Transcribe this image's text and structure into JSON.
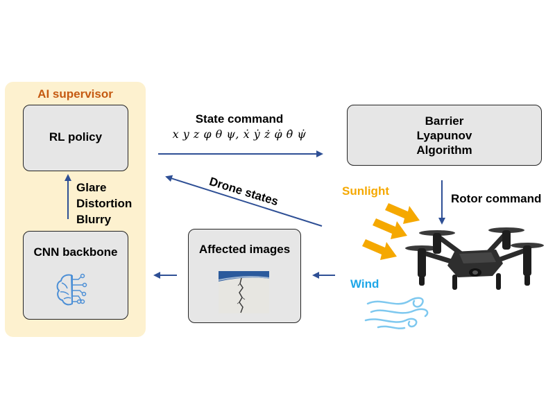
{
  "supervisor": {
    "title": "AI supervisor"
  },
  "rl_policy": {
    "label": "RL policy"
  },
  "cnn_backbone": {
    "label": "CNN backbone"
  },
  "affected_images": {
    "label": "Affected images"
  },
  "barrier": {
    "lines": [
      "Barrier",
      "Lyapunov",
      "Algorithm"
    ]
  },
  "artifacts": [
    "Glare",
    "Distortion",
    "Blurry"
  ],
  "state_command": {
    "label": "State command",
    "vars": "x y z φ θ ψ, ẋ ẏ ż φ̇ θ̇ ψ̇"
  },
  "drone_states": {
    "label": "Drone states"
  },
  "rotor_command": {
    "label": "Rotor command"
  },
  "disturbances": {
    "sunlight": "Sunlight",
    "wind": "Wind"
  },
  "colors": {
    "arrow": "#2e4f95",
    "supervisor_bg": "#fdf1cf",
    "supervisor_title": "#c55a11",
    "box_fill": "#e6e6e6",
    "sunlight": "#f5a800",
    "wind": "#1ea7e8"
  },
  "icons": {
    "brain": "brain-circuit-icon",
    "drone": "quadcopter-drone-icon",
    "sun": "sunlight-rays-icon",
    "wind": "wind-swirl-icon"
  }
}
